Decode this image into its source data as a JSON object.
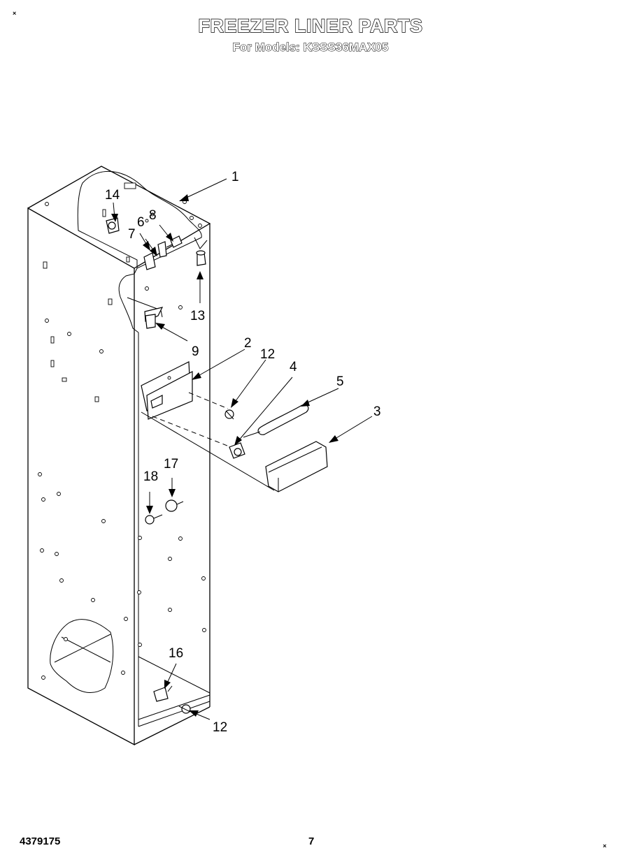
{
  "header": {
    "title": "FREEZER LINER PARTS",
    "subtitle": "For Models: KSSS36MAX05"
  },
  "corner_marks": {
    "top_left": "×",
    "bottom_right": "×"
  },
  "footer": {
    "document_number": "4379175",
    "page_number": "7"
  },
  "callouts": {
    "c1": "1",
    "c2": "2",
    "c3": "3",
    "c4": "4",
    "c5": "5",
    "c6": "6",
    "c7": "7",
    "c8": "8",
    "c9": "9",
    "c12a": "12",
    "c12b": "12",
    "c13": "13",
    "c14": "14",
    "c16": "16",
    "c17": "17",
    "c18": "18"
  }
}
